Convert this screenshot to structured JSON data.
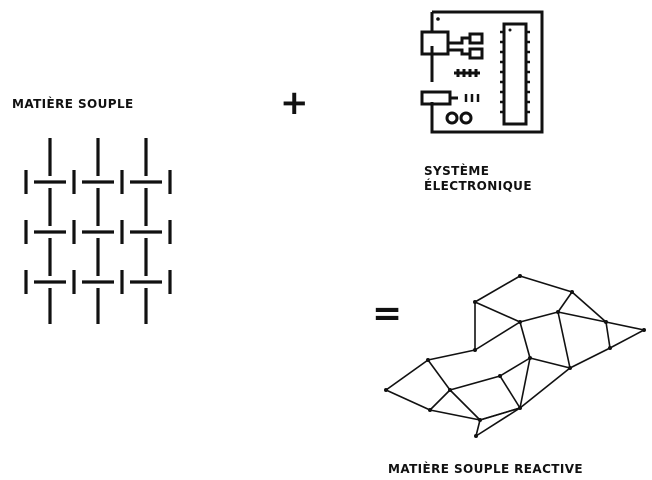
{
  "diagram": {
    "soft_matter_label": "MATIÈRE SOUPLE",
    "plus_symbol": "+",
    "electronic_label_line1": "SYSTÈME",
    "electronic_label_line2": "ÉLECTRONIQUE",
    "equals_symbol": "=",
    "reactive_label": "MATIÈRE SOUPLE REACTIVE",
    "icons": [
      "woven-fabric-icon",
      "circuit-board-icon",
      "deformed-mesh-icon"
    ],
    "colors": {
      "ink": "#111111",
      "background": "#ffffff"
    }
  }
}
